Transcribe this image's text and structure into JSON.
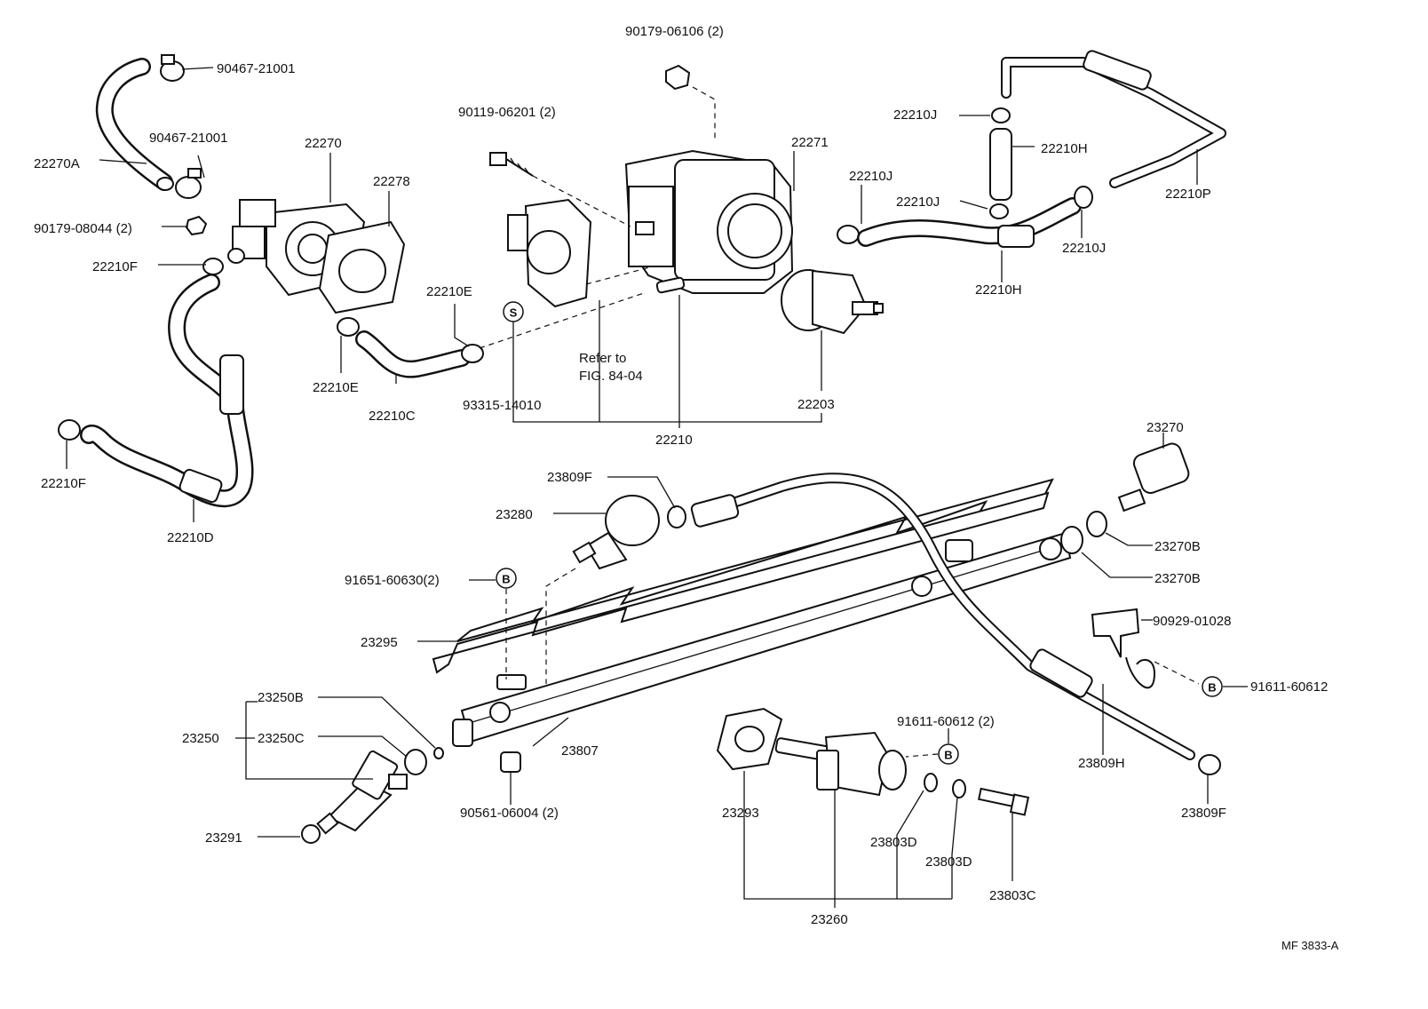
{
  "callouts": {
    "p90179_06106": "90179-06106 (2)",
    "p90467_21001_top": "90467-21001",
    "p90467_21001_mid": "90467-21001",
    "p90119_06201": "90119-06201 (2)",
    "p22270": "22270",
    "p22271": "22271",
    "p22278": "22278",
    "p22270A": "22270A",
    "p90179_08044": "90179-08044 (2)",
    "p22210F_top": "22210F",
    "p22210F_bot": "22210F",
    "p22210E_right": "22210E",
    "p22210E_left": "22210E",
    "p22210C": "22210C",
    "p22210D": "22210D",
    "p93315_14010": "93315-14010",
    "refer_line1": "Refer to",
    "refer_line2": "FIG. 84-04",
    "p22203": "22203",
    "p22210": "22210",
    "p22210J_a": "22210J",
    "p22210J_b": "22210J",
    "p22210J_c": "22210J",
    "p22210J_d": "22210J",
    "p22210H_top": "22210H",
    "p22210H_bot": "22210H",
    "p22210P": "22210P",
    "p23270": "23270",
    "p23270B_a": "23270B",
    "p23270B_b": "23270B",
    "p23809F_top": "23809F",
    "p23809F_bot": "23809F",
    "p23280": "23280",
    "p91651_60630": "91651-60630(2)",
    "p23295": "23295",
    "p90929_01028": "90929-01028",
    "p91611_60612": "91611-60612",
    "p91611_60612_2": "91611-60612 (2)",
    "p23250B": "23250B",
    "p23250": "23250",
    "p23250C": "23250C",
    "p23291": "23291",
    "p90561_06004": "90561-06004 (2)",
    "p23807": "23807",
    "p23293": "23293",
    "p23809H": "23809H",
    "p23803D_a": "23803D",
    "p23803D_b": "23803D",
    "p23803C": "23803C",
    "p23260": "23260",
    "fig_code": "MF 3833-A"
  },
  "symbols": {
    "s": "S",
    "b": "B"
  }
}
